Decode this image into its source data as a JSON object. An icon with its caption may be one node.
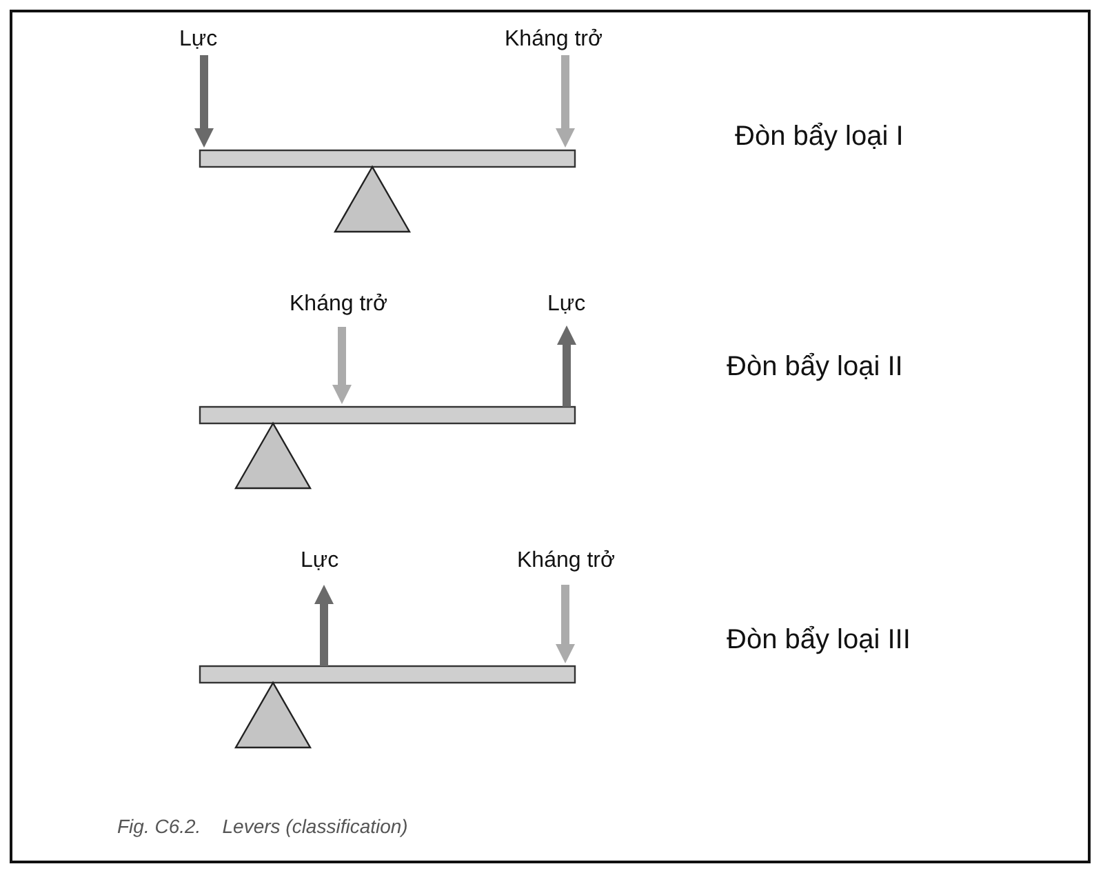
{
  "diagram": {
    "caption": "Fig. C6.2.    Levers (classification)",
    "labels": [
      "Lực",
      "Kháng trở",
      "Đòn bẩy loại I",
      "Kháng trở",
      "Lực",
      "Đòn bẩy loại II",
      "Lực",
      "Kháng trở",
      "Đòn bẩy loại III"
    ]
  }
}
